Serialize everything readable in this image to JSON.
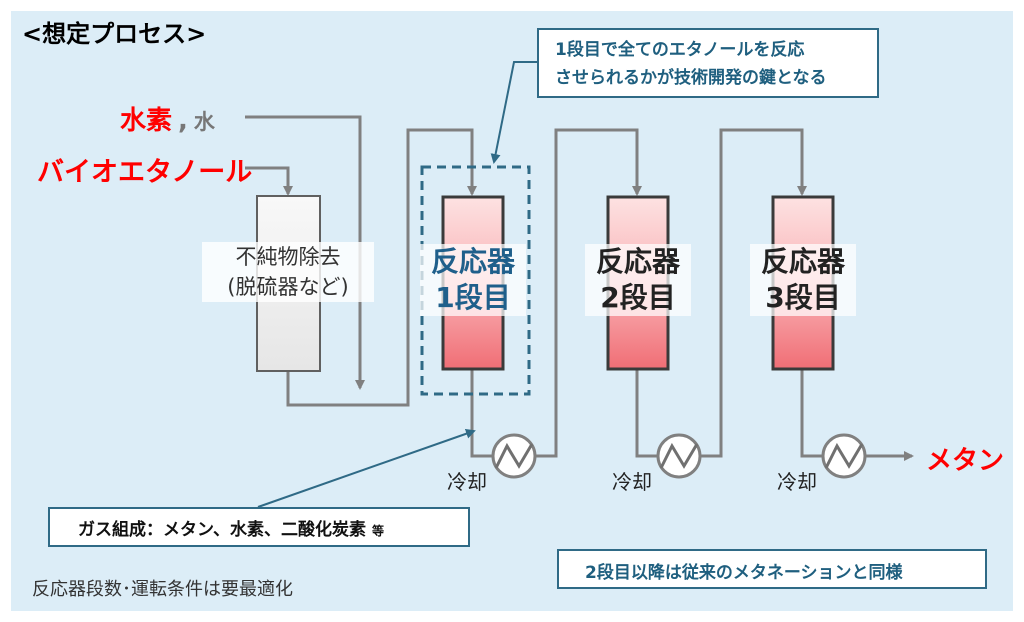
{
  "title": "<想定プロセス>",
  "inputs": {
    "hydrogen": "水素",
    "comma": ",",
    "water": "水",
    "bioethanol": "バイオエタノール"
  },
  "purifier": {
    "line1": "不純物除去",
    "line2": "(脱硫器など)"
  },
  "reactors": [
    {
      "name": "反応器",
      "stage": "1段目"
    },
    {
      "name": "反応器",
      "stage": "2段目"
    },
    {
      "name": "反応器",
      "stage": "3段目"
    }
  ],
  "cooling_label": "冷却",
  "output": "メタン",
  "callout_top": {
    "line1": "1段目で全てのエタノールを反応",
    "line2": "させられるかが技術開発の鍵となる"
  },
  "callout_gas": {
    "text": "ガス組成：メタン、水素、二酸化炭素",
    "suffix": "等"
  },
  "callout_bottom": "2段目以降は従来のメタネーションと同様",
  "note": "反応器段数･運転条件は要最適化",
  "colors": {
    "background": "#dcedf7",
    "accent_red": "#ff0000",
    "callout_border": "#2f6a86",
    "pipe": "#808080",
    "reactor_top": "#fde2e2",
    "reactor_bottom": "#f06e75"
  }
}
